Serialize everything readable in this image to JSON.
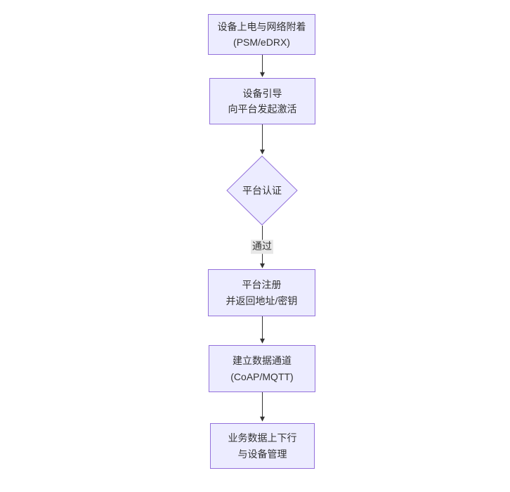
{
  "diagram": {
    "type": "flowchart",
    "direction": "top-down",
    "nodes": [
      {
        "id": "A",
        "shape": "rect",
        "line1": "设备上电与网络附着",
        "line2": "(PSM/eDRX)"
      },
      {
        "id": "B",
        "shape": "rect",
        "line1": "设备引导",
        "line2": "向平台发起激活"
      },
      {
        "id": "C",
        "shape": "diamond",
        "label": "平台认证"
      },
      {
        "id": "D",
        "shape": "rect",
        "line1": "平台注册",
        "line2": "并返回地址/密钥"
      },
      {
        "id": "E",
        "shape": "rect",
        "line1": "建立数据通道",
        "line2": "(CoAP/MQTT)"
      },
      {
        "id": "F",
        "shape": "rect",
        "line1": "业务数据上下行",
        "line2": "与设备管理"
      }
    ],
    "edges": [
      {
        "from": "A",
        "to": "B",
        "label": ""
      },
      {
        "from": "B",
        "to": "C",
        "label": ""
      },
      {
        "from": "C",
        "to": "D",
        "label": "通过"
      },
      {
        "from": "D",
        "to": "E",
        "label": ""
      },
      {
        "from": "E",
        "to": "F",
        "label": ""
      }
    ],
    "colors": {
      "node_fill": "#ECECFF",
      "node_border": "#9370DB",
      "arrow": "#333333",
      "edge_label_bg": "#e8e8e8",
      "text": "#333333",
      "background": "#ffffff"
    }
  }
}
